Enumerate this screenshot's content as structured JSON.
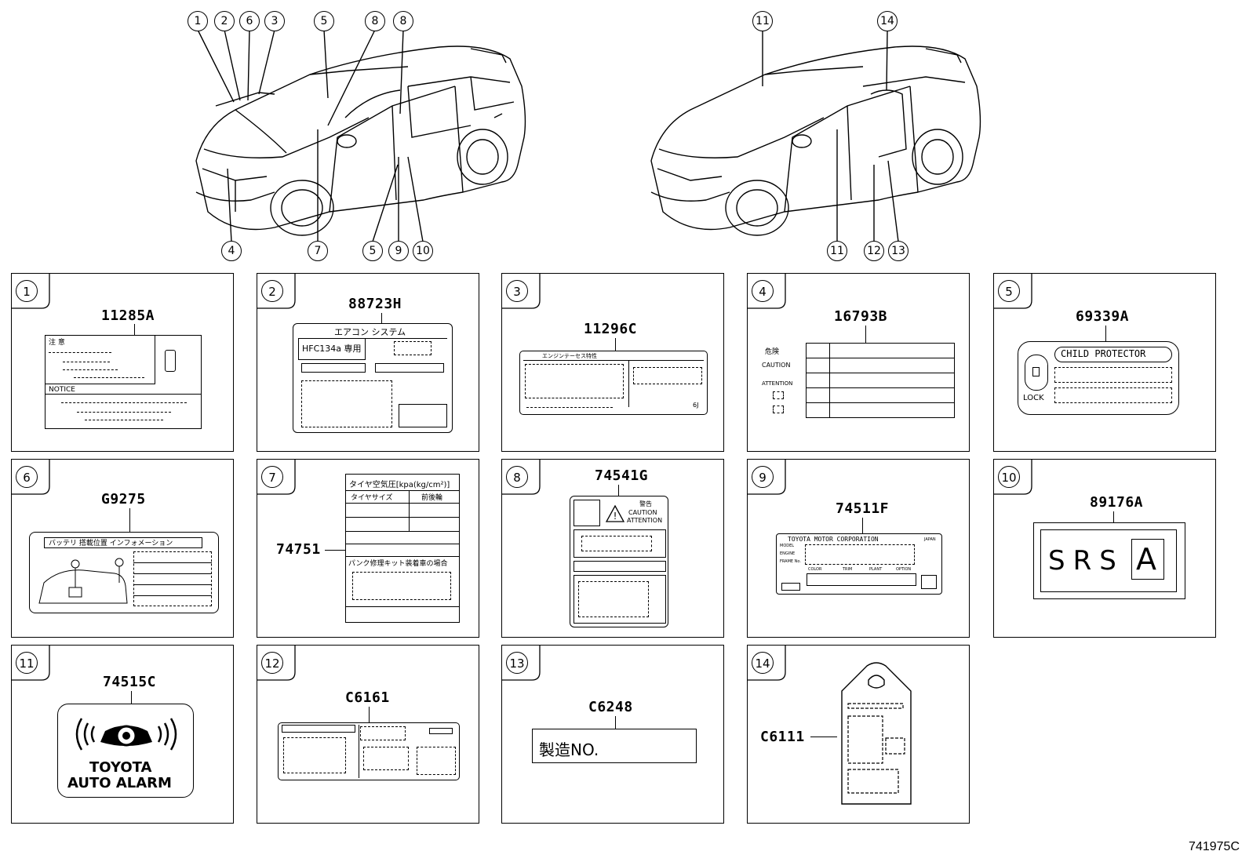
{
  "diagram_code": "741975C",
  "left_view_callouts": [
    "1",
    "2",
    "6",
    "3",
    "5",
    "8",
    "8",
    "4",
    "7",
    "5",
    "9",
    "10"
  ],
  "right_view_callouts": [
    "11",
    "14",
    "11",
    "12",
    "13"
  ],
  "panels": [
    {
      "num": "1",
      "part": "11285A",
      "line1": "注 意",
      "line2": "NOTICE"
    },
    {
      "num": "2",
      "part": "88723H",
      "line1": "エアコン システム",
      "line2": "HFC134a 専用"
    },
    {
      "num": "3",
      "part": "11296C",
      "line1": "エンジンテーセス特性",
      "line2": "6J"
    },
    {
      "num": "4",
      "part": "16793B",
      "line1": "危険",
      "line2": "CAUTION",
      "line3": "ATTENTION"
    },
    {
      "num": "5",
      "part": "69339A",
      "line1": "CHILD PROTECTOR",
      "line2": "LOCK"
    },
    {
      "num": "6",
      "part": "G9275",
      "line1": "バッテリ 搭載位置 インフォメーション"
    },
    {
      "num": "7",
      "part": "74751",
      "line1": "タイヤ空気圧[kpa(kg/cm²)]",
      "line2": "タイヤサイズ",
      "line3": "前後輪",
      "line4": "パンク修理キット装着車の場合"
    },
    {
      "num": "8",
      "part": "74541G",
      "line1": "警告",
      "line2": "CAUTION",
      "line3": "ATTENTION"
    },
    {
      "num": "9",
      "part": "74511F",
      "line1": "TOYOTA MOTOR CORPORATION",
      "line2": "JAPAN",
      "line3": "MODEL",
      "line4": "ENGINE",
      "line5": "FRAME No.",
      "line6": "COLOR",
      "line7": "TRIM",
      "line8": "PLANT",
      "line9": "OPTION"
    },
    {
      "num": "10",
      "part": "89176A",
      "line1": "SRS",
      "line2": "A"
    },
    {
      "num": "11",
      "part": "74515C",
      "line1": "TOYOTA",
      "line2": "AUTO ALARM"
    },
    {
      "num": "12",
      "part": "C6161"
    },
    {
      "num": "13",
      "part": "C6248",
      "line1": "製造NO."
    },
    {
      "num": "14",
      "part": "C6111"
    }
  ]
}
